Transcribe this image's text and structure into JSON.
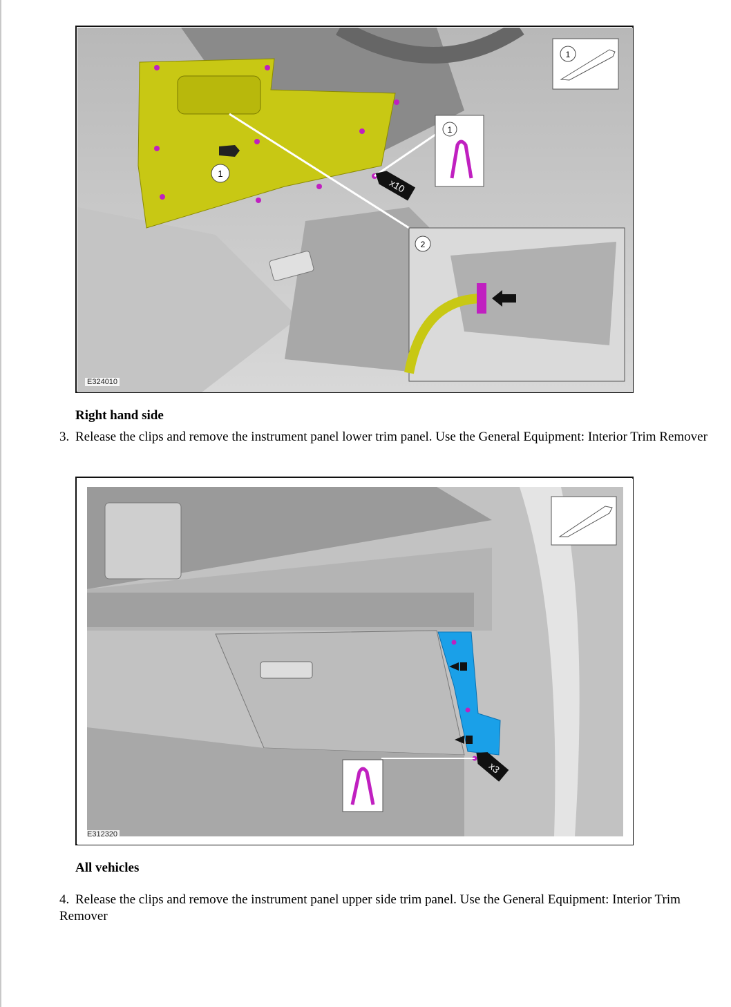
{
  "figure1": {
    "id": "E324010",
    "callouts": [
      "1",
      "1",
      "1",
      "2"
    ],
    "quantity_label": "x10",
    "colors": {
      "panel": "#c8c814",
      "clip": "#c020c0"
    }
  },
  "section1": {
    "heading": "Right hand side"
  },
  "step3": {
    "number": "3.",
    "text": "Release the clips and remove the instrument panel lower trim panel. Use the General Equipment: Interior Trim Remover"
  },
  "figure2": {
    "id": "E312320",
    "quantity_label": "x3",
    "colors": {
      "panel": "#1aa0e8",
      "clip": "#c020c0"
    }
  },
  "section2": {
    "heading": "All vehicles"
  },
  "step4": {
    "number": "4.",
    "text": "Release the clips and remove the instrument panel upper side trim panel. Use the General Equipment: Interior Trim Remover"
  }
}
